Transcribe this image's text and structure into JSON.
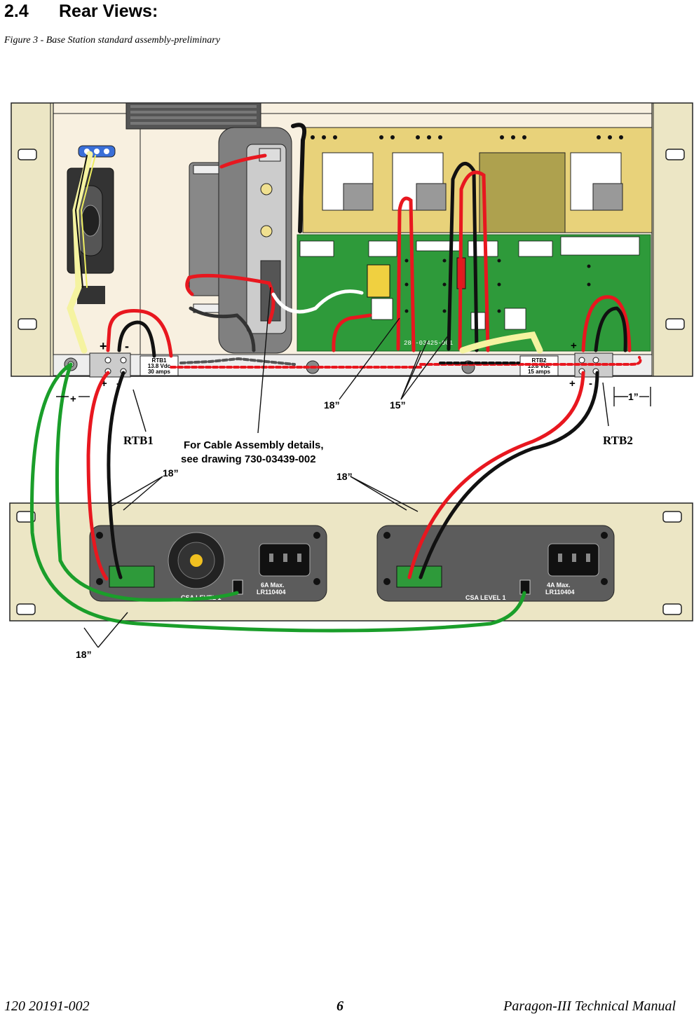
{
  "section": {
    "number": "2.4",
    "title": "Rear Views:"
  },
  "figure": {
    "caption": "Figure 3 - Base Station standard assembly-preliminary",
    "labels": {
      "rtb1": "RTB1",
      "rtb2": "RTB2",
      "note_line1": "For Cable Assembly details,",
      "note_line2": "see drawing 730-03439-002",
      "len_18_a": "18”",
      "len_15": "15”",
      "len_18_b": "18”",
      "len_18_c": "18”",
      "len_18_d": "18”",
      "len_1": "1”",
      "plus": "+",
      "minus": "-"
    },
    "terminal_blocks": {
      "rtb1": {
        "name": "RTB1",
        "voltage": "13.8 Vdc",
        "current": "30 amps"
      },
      "rtb2": {
        "name": "RTB2",
        "voltage": "13.8 Vdc",
        "current": "15 amps"
      }
    },
    "pcb_label": "280-03425-001",
    "psu_left": {
      "fuse": "6A Max.",
      "cert": "LR110404",
      "csa": "CSA LEVEL 1"
    },
    "psu_right": {
      "fuse": "4A Max.",
      "cert": "LR110404",
      "csa": "CSA LEVEL 1"
    },
    "colors": {
      "wire_red": "#e8171f",
      "wire_black": "#111111",
      "wire_green": "#1a9e2a",
      "wire_yellow": "#f5f3a0",
      "panel": "#ece6c5",
      "pcb": "#2e9a3a"
    }
  },
  "footer": {
    "doc_number": "120 20191-002",
    "page": "6",
    "manual": "Paragon-III Technical Manual"
  }
}
